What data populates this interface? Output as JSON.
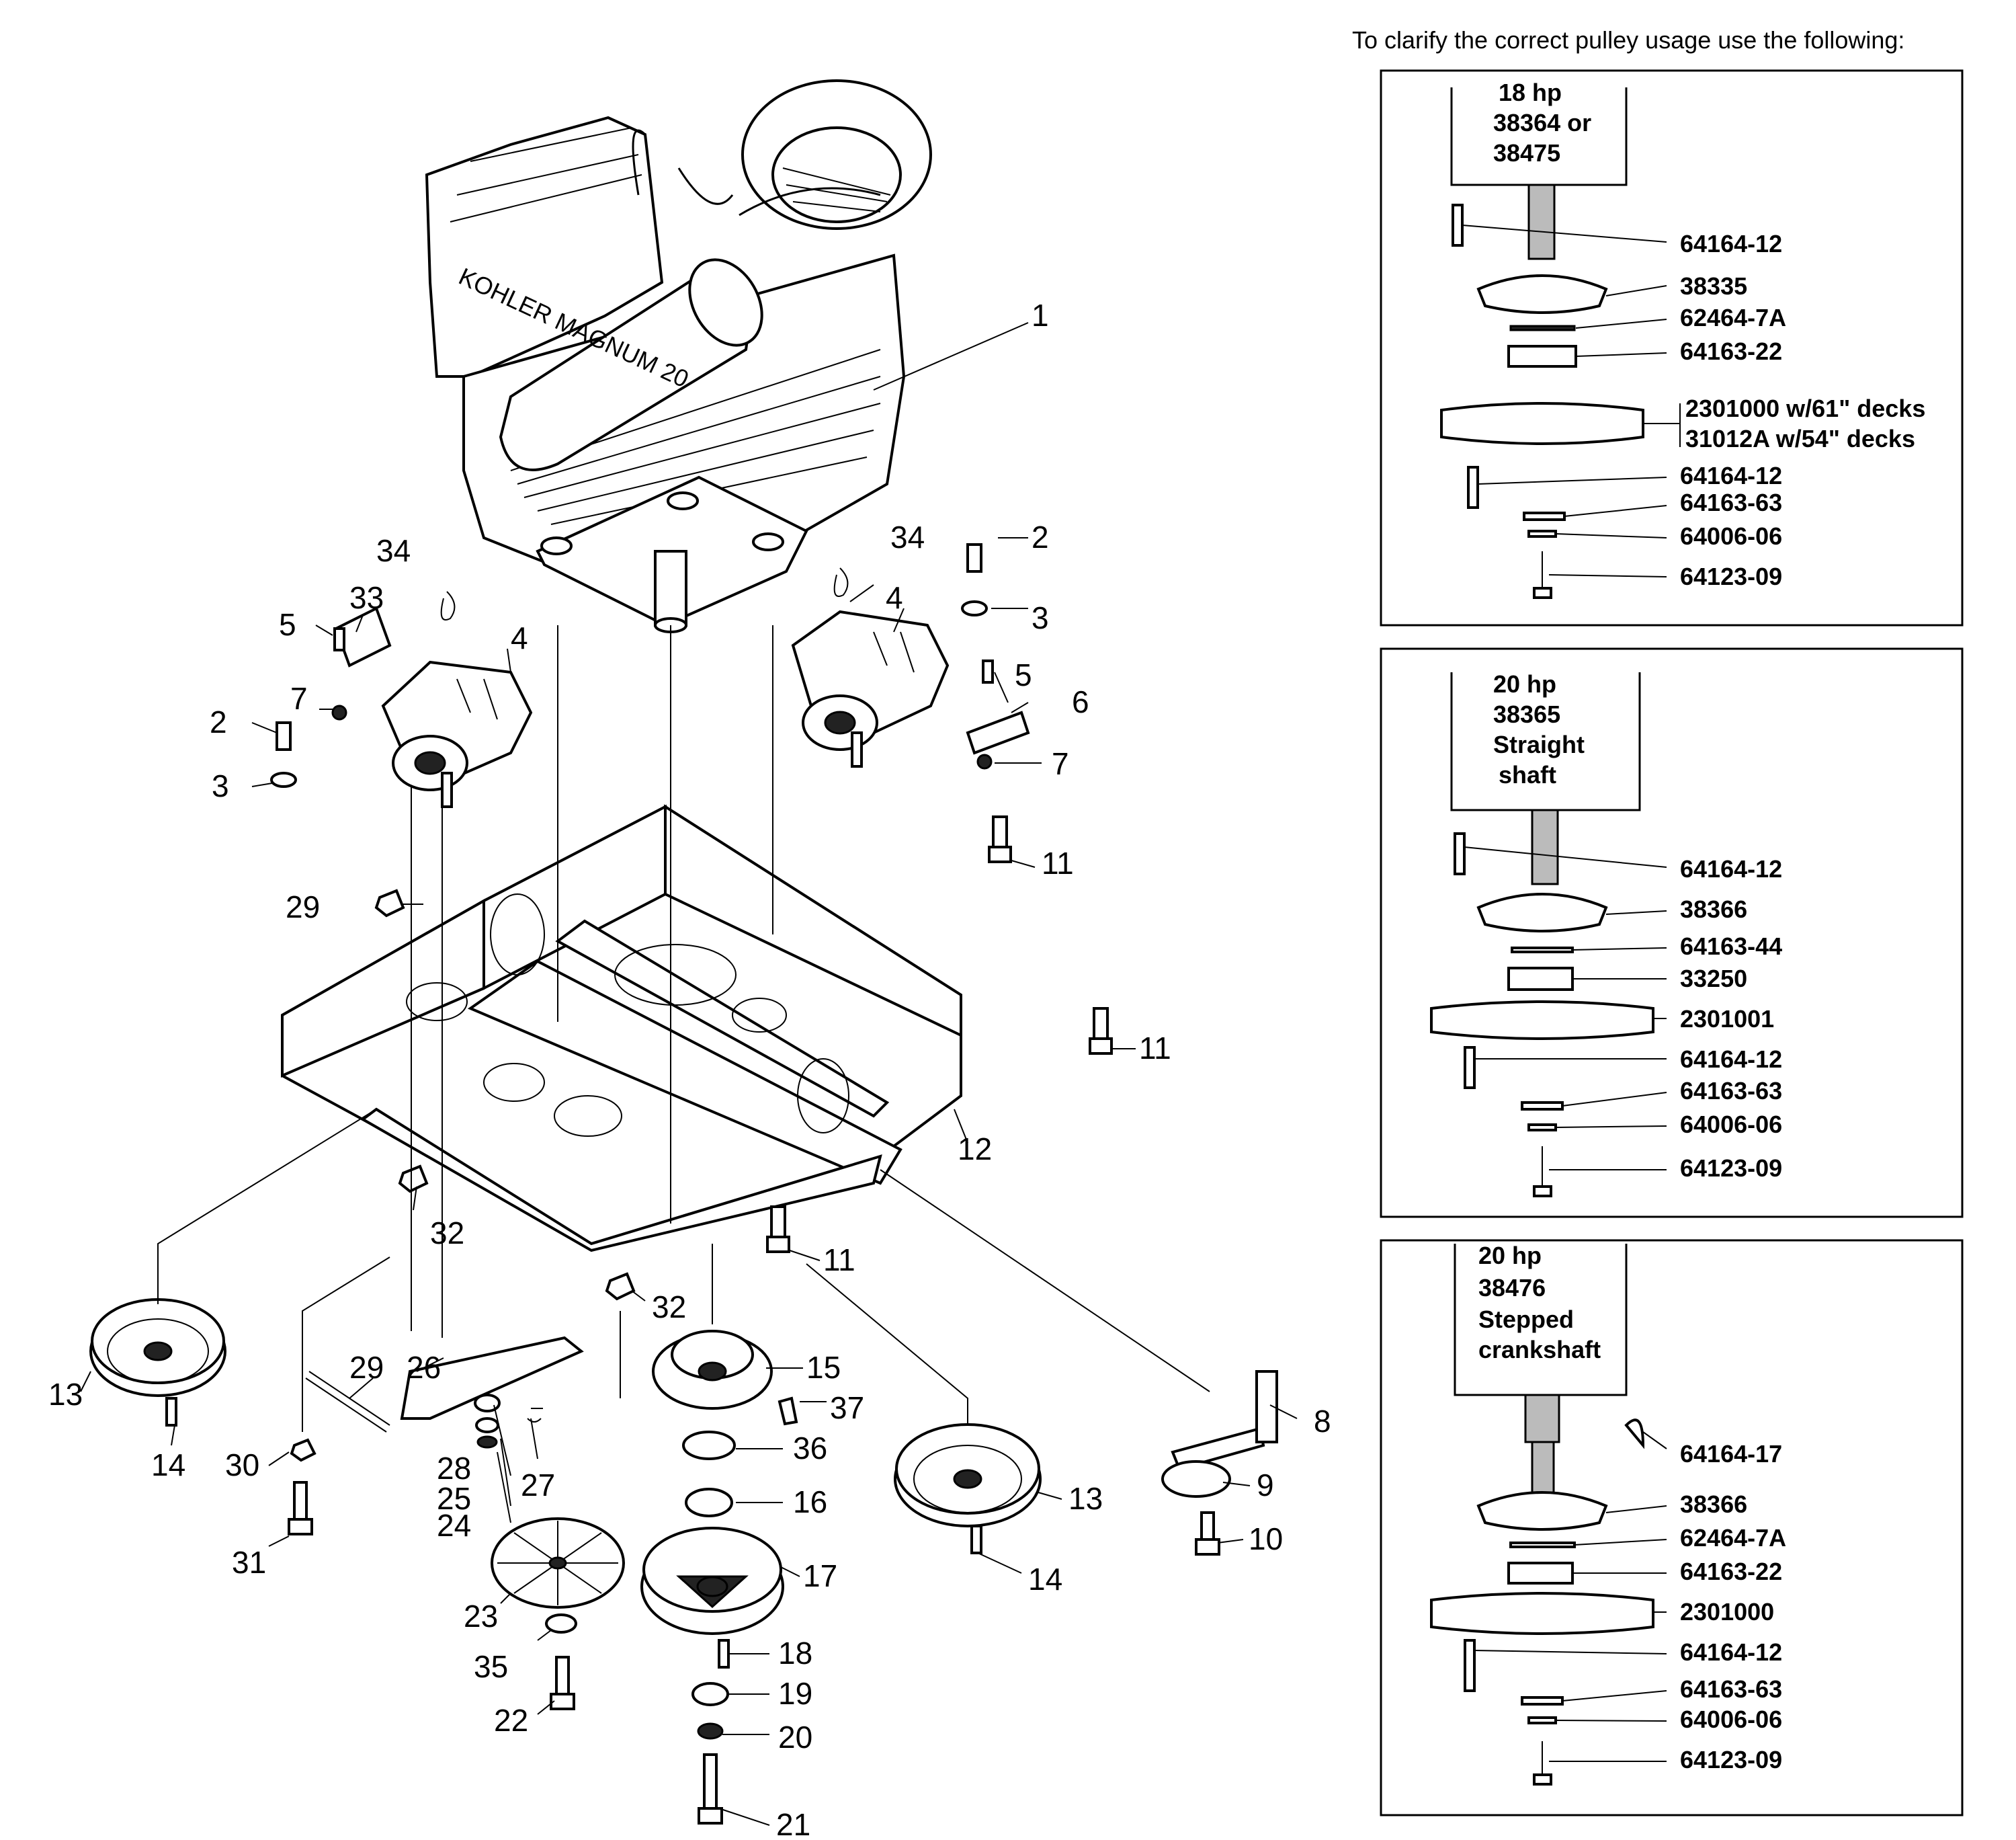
{
  "header_note": "To clarify the correct pulley usage use the following:",
  "engine_brand": "KOHLER MAGNUM 20",
  "callouts": [
    "1",
    "2",
    "2",
    "3",
    "3",
    "4",
    "4",
    "5",
    "5",
    "6",
    "7",
    "7",
    "8",
    "9",
    "10",
    "11",
    "11",
    "11",
    "12",
    "13",
    "13",
    "14",
    "14",
    "15",
    "16",
    "17",
    "18",
    "19",
    "20",
    "21",
    "22",
    "23",
    "24",
    "25",
    "26",
    "27",
    "28",
    "29",
    "29",
    "30",
    "31",
    "32",
    "32",
    "33",
    "34",
    "34",
    "35",
    "36",
    "37"
  ],
  "panels": [
    {
      "engine_label": [
        "18 hp",
        "38364 or",
        "38475"
      ],
      "parts": [
        "64164-12",
        "38335",
        "62464-7A",
        "64163-22",
        "2301000 w/61\" decks",
        "31012A w/54\" decks",
        "64164-12",
        "64163-63",
        "64006-06",
        "64123-09"
      ]
    },
    {
      "engine_label": [
        "20 hp",
        "38365",
        "Straight",
        "shaft"
      ],
      "parts": [
        "64164-12",
        "38366",
        "64163-44",
        "33250",
        "2301001",
        "64164-12",
        "64163-63",
        "64006-06",
        "64123-09"
      ]
    },
    {
      "engine_label": [
        "20 hp",
        "38476",
        "Stepped",
        "crankshaft"
      ],
      "parts": [
        "64164-17",
        "38366",
        "62464-7A",
        "64163-22",
        "2301000",
        "64164-12",
        "64163-63",
        "64006-06",
        "64123-09"
      ]
    }
  ]
}
